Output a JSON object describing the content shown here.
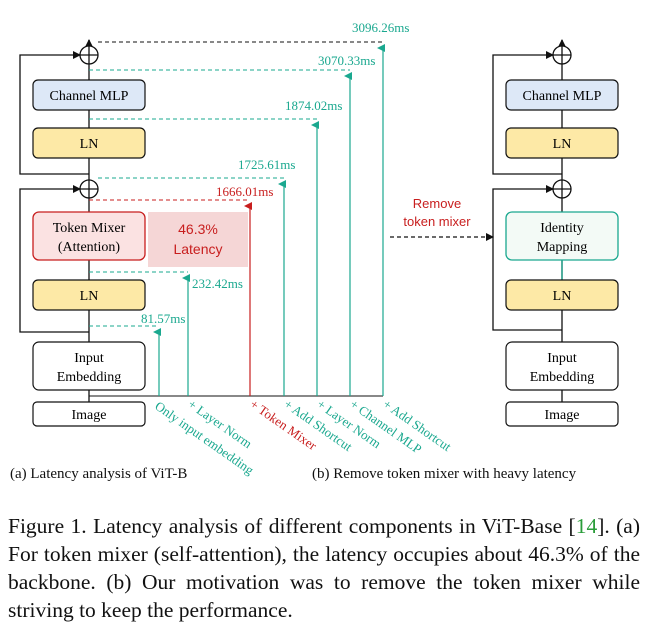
{
  "panel_a": {
    "blocks": {
      "channel_mlp": "Channel MLP",
      "ln_top": "LN",
      "token_mixer_1": "Token Mixer",
      "token_mixer_2": "(Attention)",
      "ln_bottom": "LN",
      "input_embedding_1": "Input",
      "input_embedding_2": "Embedding",
      "image": "Image",
      "latency_pct": "46.3%",
      "latency_word": "Latency"
    },
    "timings": {
      "t_input": "81.57ms",
      "t_layernorm": "232.42ms",
      "t_token_mixer": "1666.01ms",
      "t_shortcut": "1725.61ms",
      "t_layernorm2": "1874.02ms",
      "t_channel_mlp": "3070.33ms",
      "t_shortcut2": "3096.26ms"
    },
    "stage_labels": {
      "s1_line1": "Only input embedding",
      "s2": "+ Layer Norm",
      "s3": "+ Token Mixer",
      "s4": "+ Add Shortcut",
      "s5": "+ Layer Norm",
      "s6": "+ Channel MLP",
      "s7": "+ Add Shortcut"
    },
    "caption": "(a) Latency analysis of ViT-B"
  },
  "arrow_label": {
    "line1": "Remove",
    "line2": "token mixer"
  },
  "panel_b": {
    "blocks": {
      "channel_mlp": "Channel MLP",
      "ln_top": "LN",
      "identity_1": "Identity",
      "identity_2": "Mapping",
      "ln_bottom": "LN",
      "input_embedding_1": "Input",
      "input_embedding_2": "Embedding",
      "image": "Image"
    },
    "caption": "(b) Remove token mixer with heavy latency"
  },
  "figure_caption": {
    "prefix": "Figure 1.   Latency analysis of different components in ViT-Base [",
    "ref": "14",
    "suffix": "].  (a) For token mixer (self-attention), the latency occupies about 46.3% of the backbone.  (b) Our motivation was to remove the token mixer while striving to keep the performance."
  },
  "colors": {
    "teal": "#1aa88f",
    "red": "#c81e1e",
    "blue_fill": "#dde8f7",
    "yellow_fill": "#fde9a6",
    "red_fill": "#fbe2e2",
    "mint_fill": "#f3faf6",
    "latency_fill": "#f5d6d6"
  }
}
